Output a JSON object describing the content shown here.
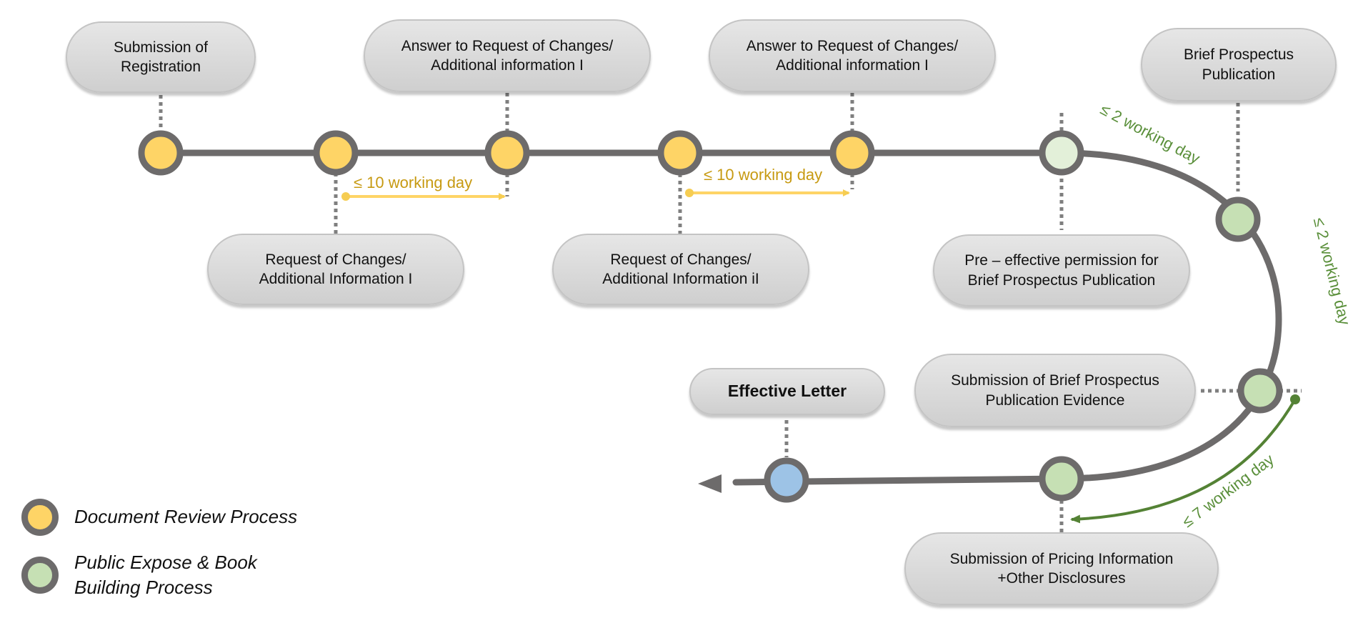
{
  "nodes": {
    "submission_registration": "Submission of\nRegistration",
    "answer_request_1": "Answer to Request of Changes/\nAdditional information I",
    "answer_request_2": "Answer to Request of Changes/\nAdditional information I",
    "brief_prospectus_publication": "Brief Prospectus\nPublication",
    "request_changes_1": "Request of Changes/\nAdditional Information I",
    "request_changes_2": "Request of Changes/\nAdditional Information iI",
    "pre_effective_permission": "Pre – effective permission for\nBrief Prospectus Publication",
    "submission_evidence": "Submission of Brief Prospectus\nPublication Evidence",
    "effective_letter": "Effective Letter",
    "submission_pricing": "Submission of Pricing Information\n+Other Disclosures"
  },
  "durations": {
    "review_1": "≤ 10 working day",
    "review_2": "≤ 10 working day",
    "publication": "≤ 2 working day",
    "evidence": "≤ 2 working day",
    "pricing": "≤ 7 working day"
  },
  "legend": {
    "document_review": "Document Review Process",
    "public_expose": "Public Expose & Book\nBuilding Process"
  },
  "colors": {
    "document_review": "#fed466",
    "public_expose": "#c6e0b4",
    "pre_effective": "#e3f0d9",
    "effective": "#9dc3e6",
    "track": "#6d6b6b",
    "yellow_arrow": "#fed466",
    "green_arrow": "#548235"
  }
}
